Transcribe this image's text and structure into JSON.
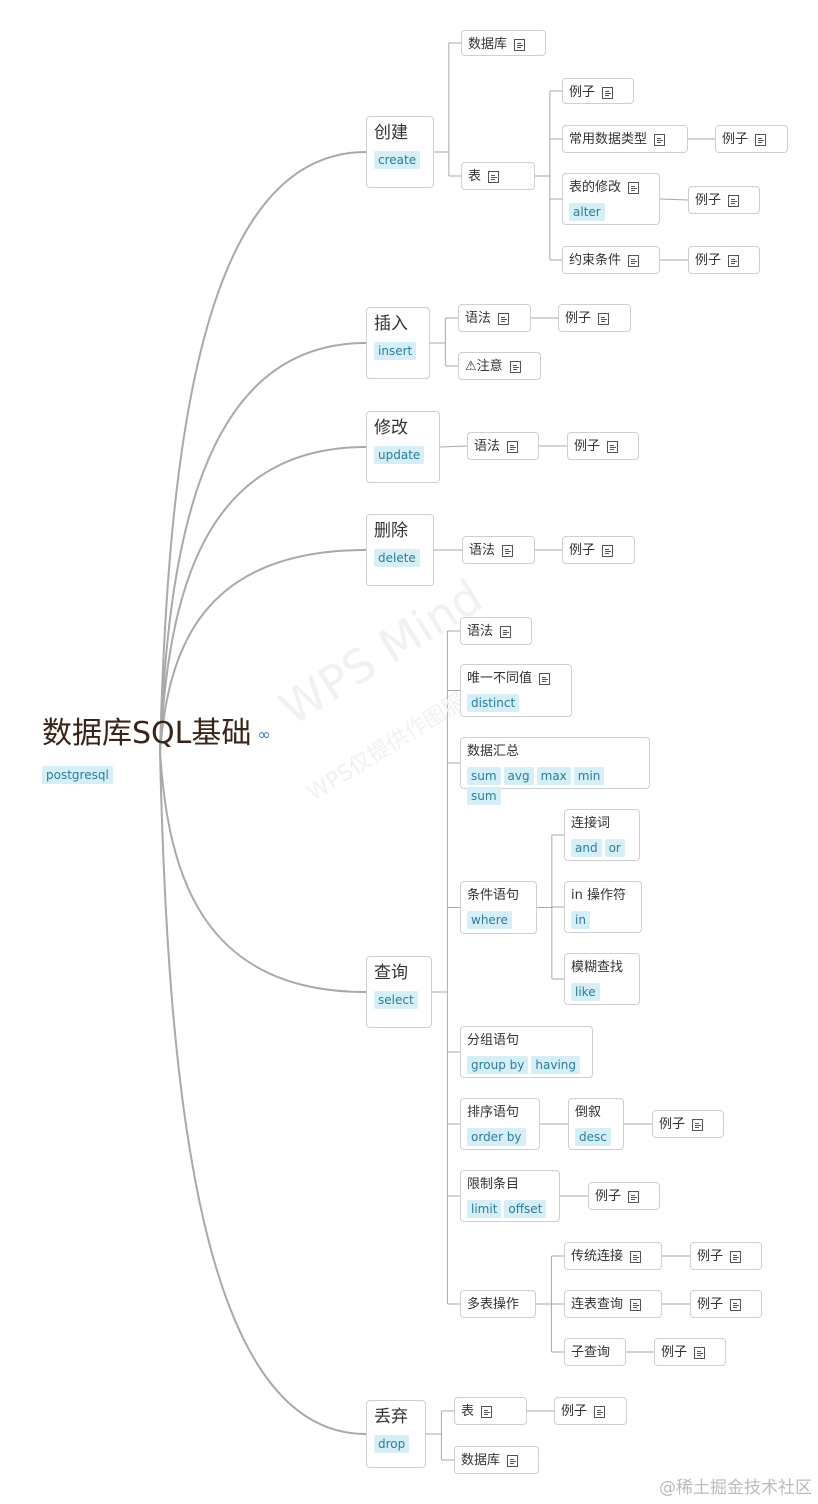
{
  "root": {
    "title": "数据库SQL基础",
    "tag": "postgresql"
  },
  "watermark": {
    "line1": "WPS Mind",
    "line2": "WPS仅提供作图服务"
  },
  "credit": "@稀土掘金技术社区",
  "colors": {
    "line": "#a9a9a9",
    "tag_bg": "#d6eef6",
    "tag_text": "#2a7d9e",
    "root_text": "#3a2418"
  },
  "nodes": {
    "create": {
      "label": "创建",
      "tags": [
        "create"
      ]
    },
    "create_db": {
      "label": "数据库",
      "note": true
    },
    "create_table": {
      "label": "表",
      "note": true
    },
    "ct_example": {
      "label": "例子",
      "note": true
    },
    "ct_types": {
      "label": "常用数据类型",
      "note": true
    },
    "ct_types_ex": {
      "label": "例子",
      "note": true
    },
    "ct_alter": {
      "label": "表的修改",
      "note": true,
      "tags": [
        "alter"
      ]
    },
    "ct_alter_ex": {
      "label": "例子",
      "note": true
    },
    "ct_constraint": {
      "label": "约束条件",
      "note": true
    },
    "ct_constraint_ex": {
      "label": "例子",
      "note": true
    },
    "insert": {
      "label": "插入",
      "tags": [
        "insert"
      ]
    },
    "ins_syntax": {
      "label": "语法",
      "note": true
    },
    "ins_syntax_ex": {
      "label": "例子",
      "note": true
    },
    "ins_warn": {
      "label": "⚠注意",
      "note": true
    },
    "update": {
      "label": "修改",
      "tags": [
        "update"
      ]
    },
    "upd_syntax": {
      "label": "语法",
      "note": true
    },
    "upd_syntax_ex": {
      "label": "例子",
      "note": true
    },
    "delete": {
      "label": "删除",
      "tags": [
        "delete"
      ]
    },
    "del_syntax": {
      "label": "语法",
      "note": true
    },
    "del_syntax_ex": {
      "label": "例子",
      "note": true
    },
    "select": {
      "label": "查询",
      "tags": [
        "select"
      ]
    },
    "sel_syntax": {
      "label": "语法",
      "note": true
    },
    "sel_distinct": {
      "label": "唯一不同值",
      "note": true,
      "tags": [
        "distinct"
      ]
    },
    "sel_agg": {
      "label": "数据汇总",
      "tags": [
        "sum",
        "avg",
        "max",
        "min",
        "sum"
      ]
    },
    "sel_where": {
      "label": "条件语句",
      "tags": [
        "where"
      ]
    },
    "w_conn": {
      "label": "连接词",
      "tags": [
        "and",
        "or"
      ]
    },
    "w_in": {
      "label": "in 操作符",
      "tags": [
        "in"
      ]
    },
    "w_like": {
      "label": "模糊查找",
      "tags": [
        "like"
      ]
    },
    "sel_group": {
      "label": "分组语句",
      "tags": [
        "group by",
        "having"
      ]
    },
    "sel_order": {
      "label": "排序语句",
      "tags": [
        "order by"
      ]
    },
    "o_desc": {
      "label": "倒叙",
      "tags": [
        "desc"
      ]
    },
    "o_desc_ex": {
      "label": "例子",
      "note": true
    },
    "sel_limit": {
      "label": "限制条目",
      "tags": [
        "limit",
        "offset"
      ]
    },
    "l_ex": {
      "label": "例子",
      "note": true
    },
    "sel_multi": {
      "label": "多表操作"
    },
    "m_trad": {
      "label": "传统连接",
      "note": true
    },
    "m_trad_ex": {
      "label": "例子",
      "note": true
    },
    "m_join": {
      "label": "连表查询",
      "note": true
    },
    "m_join_ex": {
      "label": "例子",
      "note": true
    },
    "m_sub": {
      "label": "子查询"
    },
    "m_sub_ex": {
      "label": "例子",
      "note": true
    },
    "drop": {
      "label": "丢弃",
      "tags": [
        "drop"
      ]
    },
    "drop_table": {
      "label": "表",
      "note": true
    },
    "drop_table_ex": {
      "label": "例子",
      "note": true
    },
    "drop_db": {
      "label": "数据库",
      "note": true
    }
  }
}
